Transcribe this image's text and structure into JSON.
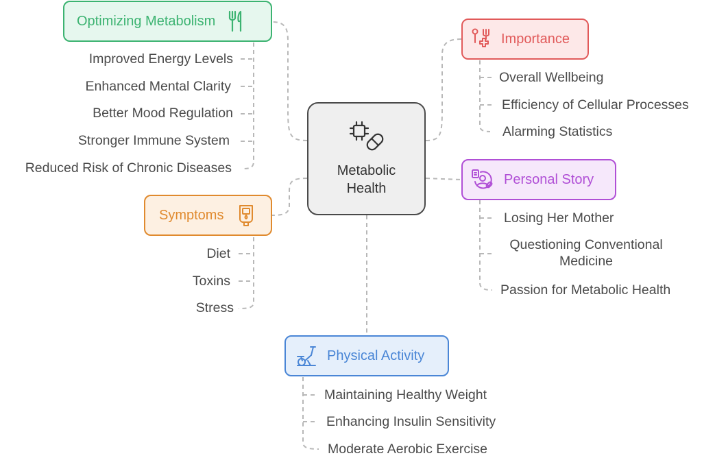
{
  "center": {
    "label_line1": "Metabolic",
    "label_line2": "Health",
    "icon": "chip-and-pill-icon"
  },
  "colors": {
    "green": "#3cb371",
    "green_bg": "#e6f7ee",
    "red": "#e15a5a",
    "red_bg": "#fde8e8",
    "purple": "#b04fd6",
    "purple_bg": "#f6e8fb",
    "orange": "#e08a2e",
    "orange_bg": "#fdf0e2",
    "blue": "#4a86d6",
    "blue_bg": "#e5effb",
    "line": "#b8b8b8",
    "text": "#4a4a4a"
  },
  "branches": {
    "optimizing": {
      "title": "Optimizing Metabolism",
      "icon": "fork-knife-icon",
      "items": [
        "Improved Energy Levels",
        "Enhanced Mental Clarity",
        "Better Mood Regulation",
        "Stronger Immune System",
        "Reduced Risk of Chronic Diseases"
      ]
    },
    "importance": {
      "title": "Importance",
      "icon": "medical-cross-icon",
      "items": [
        "Overall Wellbeing",
        "Efficiency of Cellular Processes",
        "Alarming Statistics"
      ]
    },
    "personal": {
      "title": "Personal Story",
      "icon": "person-badge-icon",
      "items": [
        "Losing Her Mother",
        "Questioning Conventional Medicine",
        "Passion for Metabolic Health"
      ]
    },
    "symptoms": {
      "title": "Symptoms",
      "icon": "glucose-meter-icon",
      "items": [
        "Diet",
        "Toxins",
        "Stress"
      ]
    },
    "physical": {
      "title": "Physical Activity",
      "icon": "exercise-bike-icon",
      "items": [
        "Maintaining Healthy Weight",
        "Enhancing Insulin Sensitivity",
        "Moderate Aerobic Exercise"
      ]
    }
  }
}
